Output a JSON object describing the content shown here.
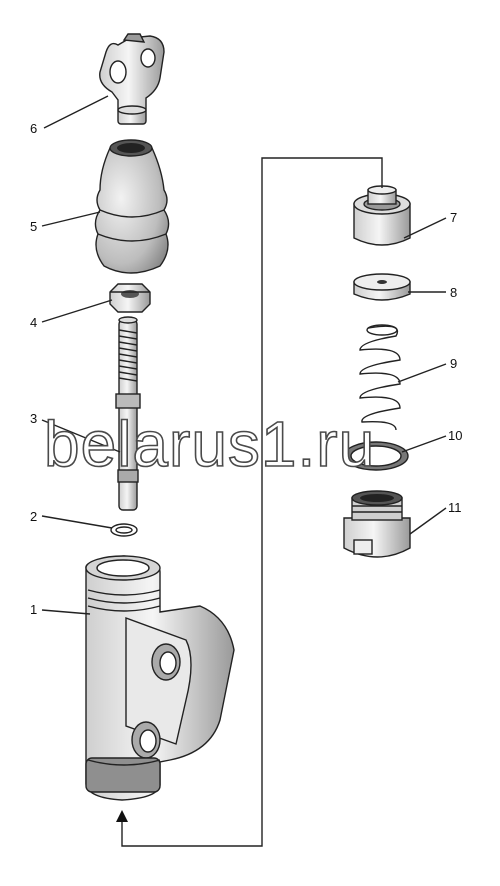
{
  "diagram": {
    "callouts": [
      {
        "id": "6",
        "label": "6"
      },
      {
        "id": "5",
        "label": "5"
      },
      {
        "id": "4",
        "label": "4"
      },
      {
        "id": "3",
        "label": "3"
      },
      {
        "id": "2",
        "label": "2"
      },
      {
        "id": "1",
        "label": "1"
      },
      {
        "id": "7",
        "label": "7"
      },
      {
        "id": "8",
        "label": "8"
      },
      {
        "id": "9",
        "label": "9"
      },
      {
        "id": "10",
        "label": "10"
      },
      {
        "id": "11",
        "label": "11"
      }
    ],
    "watermark": "belarus1.ru",
    "colors": {
      "ink": "#222222",
      "shade": "#bdbdbd",
      "dark": "#7a7a7a"
    }
  }
}
